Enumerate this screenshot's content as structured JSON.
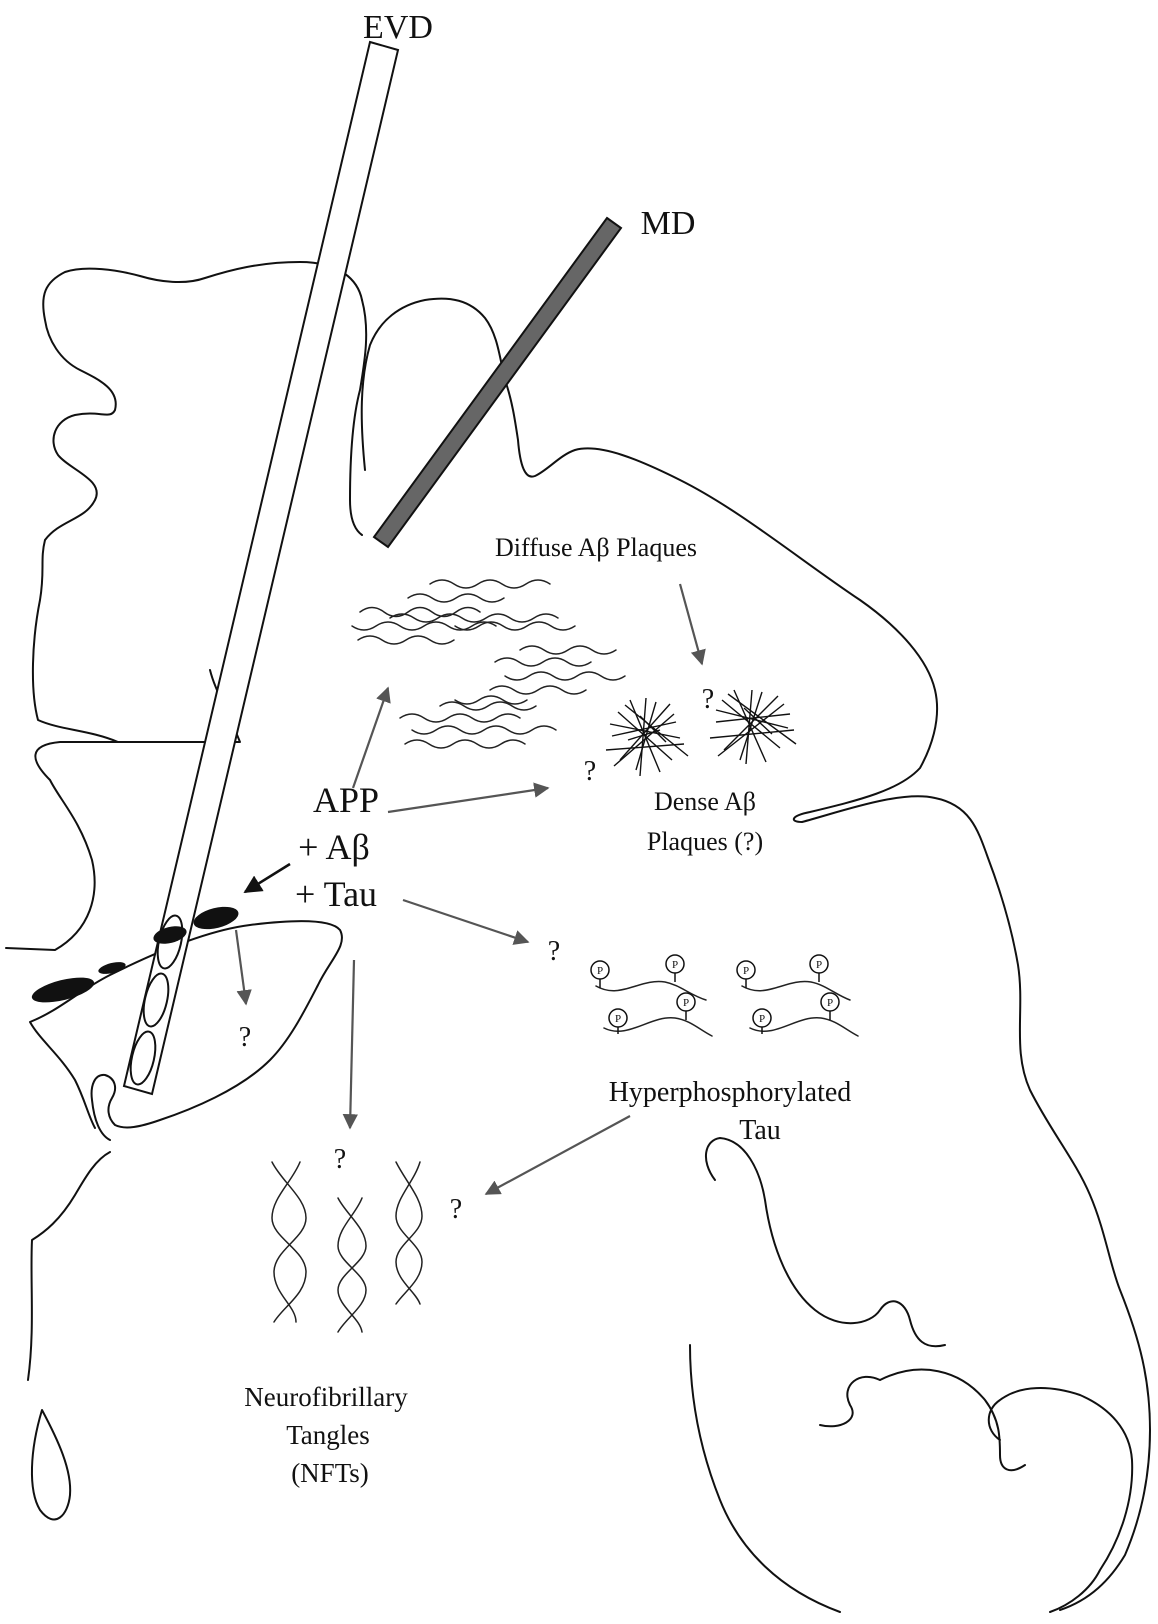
{
  "labels": {
    "evd": "EVD",
    "md": "MD",
    "diffuse": "Diffuse Aβ Plaques",
    "dense_line1": "Dense Aβ",
    "dense_line2": "Plaques (?)",
    "app_line1": "APP",
    "app_line2": "+ Aβ",
    "app_line3": "+ Tau",
    "hyper_line1": "Hyperphosphorylated",
    "hyper_line2": "Tau",
    "nft_line1": "Neurofibrillary",
    "nft_line2": "Tangles",
    "nft_line3": "(NFTs)",
    "question": "?",
    "phospho": "P"
  },
  "colors": {
    "line": "#111111",
    "arrow": "#555555",
    "md_fill": "#666666",
    "background": "#ffffff"
  }
}
